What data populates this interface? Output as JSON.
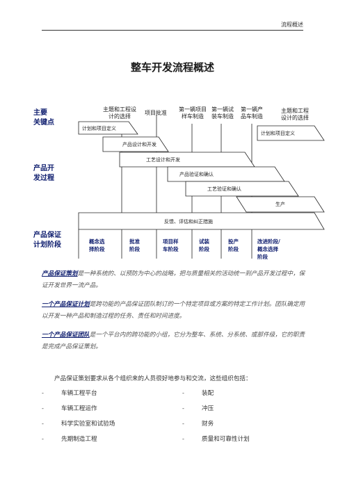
{
  "header": {
    "right_text": "流程概述"
  },
  "title": "整车开发流程概述",
  "diagram": {
    "side_labels": {
      "milestones": [
        "主要",
        "关键点"
      ],
      "development": [
        "产品开",
        "发过程"
      ],
      "planning": [
        "产品保证",
        "计划阶段"
      ]
    },
    "milestones": [
      {
        "lines": [
          "主题和工程设",
          "计的选择"
        ]
      },
      {
        "lines": [
          "项目批准"
        ]
      },
      {
        "lines": [
          "第一辆项目",
          "样车制造"
        ]
      },
      {
        "lines": [
          "第一辆试",
          "装车制造"
        ]
      },
      {
        "lines": [
          "第一辆产",
          "品车制造"
        ]
      },
      {
        "lines": [
          "主题和工程",
          "设计的选择"
        ]
      }
    ],
    "bars": [
      "计划和项目定义",
      "计划和项目定义",
      "产品设计和开发",
      "工艺设计和开发",
      "产品验证和确认",
      "工艺验证和确认",
      "生产",
      "反馈、评估和纠正措施"
    ],
    "phases": [
      {
        "lines": [
          "概念选",
          "择阶段"
        ]
      },
      {
        "lines": [
          "批准",
          "阶段"
        ]
      },
      {
        "lines": [
          "项目样",
          "车阶段"
        ]
      },
      {
        "lines": [
          "试装",
          "阶段"
        ]
      },
      {
        "lines": [
          "投产",
          "阶段"
        ]
      },
      {
        "lines": [
          "改进阶段/",
          "概念选择",
          "阶段"
        ]
      }
    ]
  },
  "paragraphs": [
    {
      "term": "产品保证策划",
      "text": "是一种系统的、以预防为中心的战略，把与质量相关的活动统一到产品开发过程中，保证开发世界一流产品。"
    },
    {
      "term": "一个产品保证计划",
      "text": "是跨功能的产品保证团队制订的一个特定项目或方案的特定工作计划。团队确定用以开发一种产品和制造过程的任务、责任和时间进度。"
    },
    {
      "term": "一个产品保证团队",
      "text": "是一个平台内的跨功能的小组，它分为整车、系统、分系统、或部件级，它的职责是完成产品保证策划。"
    }
  ],
  "intro": "产品保证策划要求从各个组织来的人员很好地参与和交流，这些组织包括：",
  "list": {
    "dash": "-",
    "left": [
      "车辆工程平台",
      "车辆工程运作",
      "科学实验室和试验场",
      "先期制造工程"
    ],
    "right": [
      "装配",
      "冲压",
      "财务",
      "质量和可靠性计划"
    ]
  }
}
